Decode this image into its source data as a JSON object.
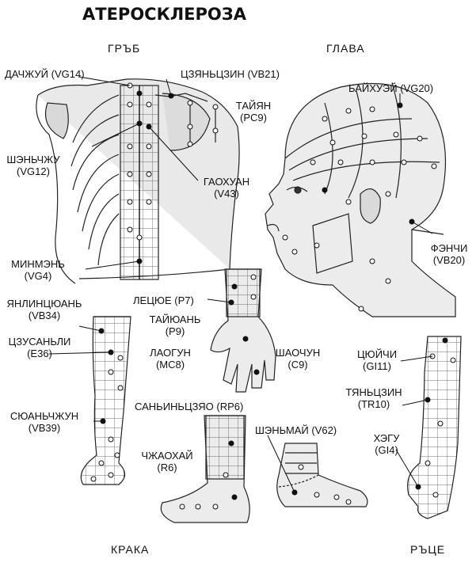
{
  "title": "АТЕРОСКЛЕРОЗА",
  "sections": {
    "back": "ГРЪБ",
    "head": "ГЛАВА",
    "legs": "КРАКА",
    "hands": "РЪЦЕ"
  },
  "points": {
    "dazhuy": "ДАЧЖУЙ (VG14)",
    "czyanczin": "ЦЗЯНЬЦЗИН (VB21)",
    "tayyan_name": "ТАЙЯН",
    "tayyan_code": "(PC9)",
    "shenchzhu_name": "ШЭНЬЧЖУ",
    "shenchzhu_code": "(VG12)",
    "gaohuan_name": "ГАОХУАН",
    "gaohuan_code": "(V43)",
    "minmen_name": "МИНМЭНЬ",
    "minmen_code": "(VG4)",
    "bayhuey": "БАЙХУЭЙ (VG20)",
    "fenchi_name": "ФЭНЧИ",
    "fenchi_code": "(VB20)",
    "yanlin_name": "ЯНЛИНЦЮАНЬ",
    "yanlin_code": "(VB34)",
    "czusanli_name": "ЦЗУСАНЬЛИ",
    "czusanli_code": "(E36)",
    "syuanchzhun_name": "СЮАНЬЧЖУН",
    "syuanchzhun_code": "(VB39)",
    "leczyue": "ЛЕЦЮЕ (P7)",
    "tayyuan_name": "ТАЙЮАНЬ",
    "tayyuan_code": "(P9)",
    "laogun_name": "ЛАОГУН",
    "laogun_code": "(MC8)",
    "shaochun_name": "ШАОЧУН",
    "shaochun_code": "(C9)",
    "sanyinczyao": "САНЬИНЬЦЗЯО (RP6)",
    "chzhaohay_name": "ЧЖАОХАЙ",
    "chzhaohay_code": "(R6)",
    "shenmay": "ШЭНЬМАЙ (V62)",
    "czyuychi_name": "ЦЮЙЧИ",
    "czyuychi_code": "(GI11)",
    "tyanczin_name": "ТЯНЬЦЗИН",
    "tyanczin_code": "(TR10)",
    "hegu_name": "ХЭГУ",
    "hegu_code": "(GI4)"
  }
}
